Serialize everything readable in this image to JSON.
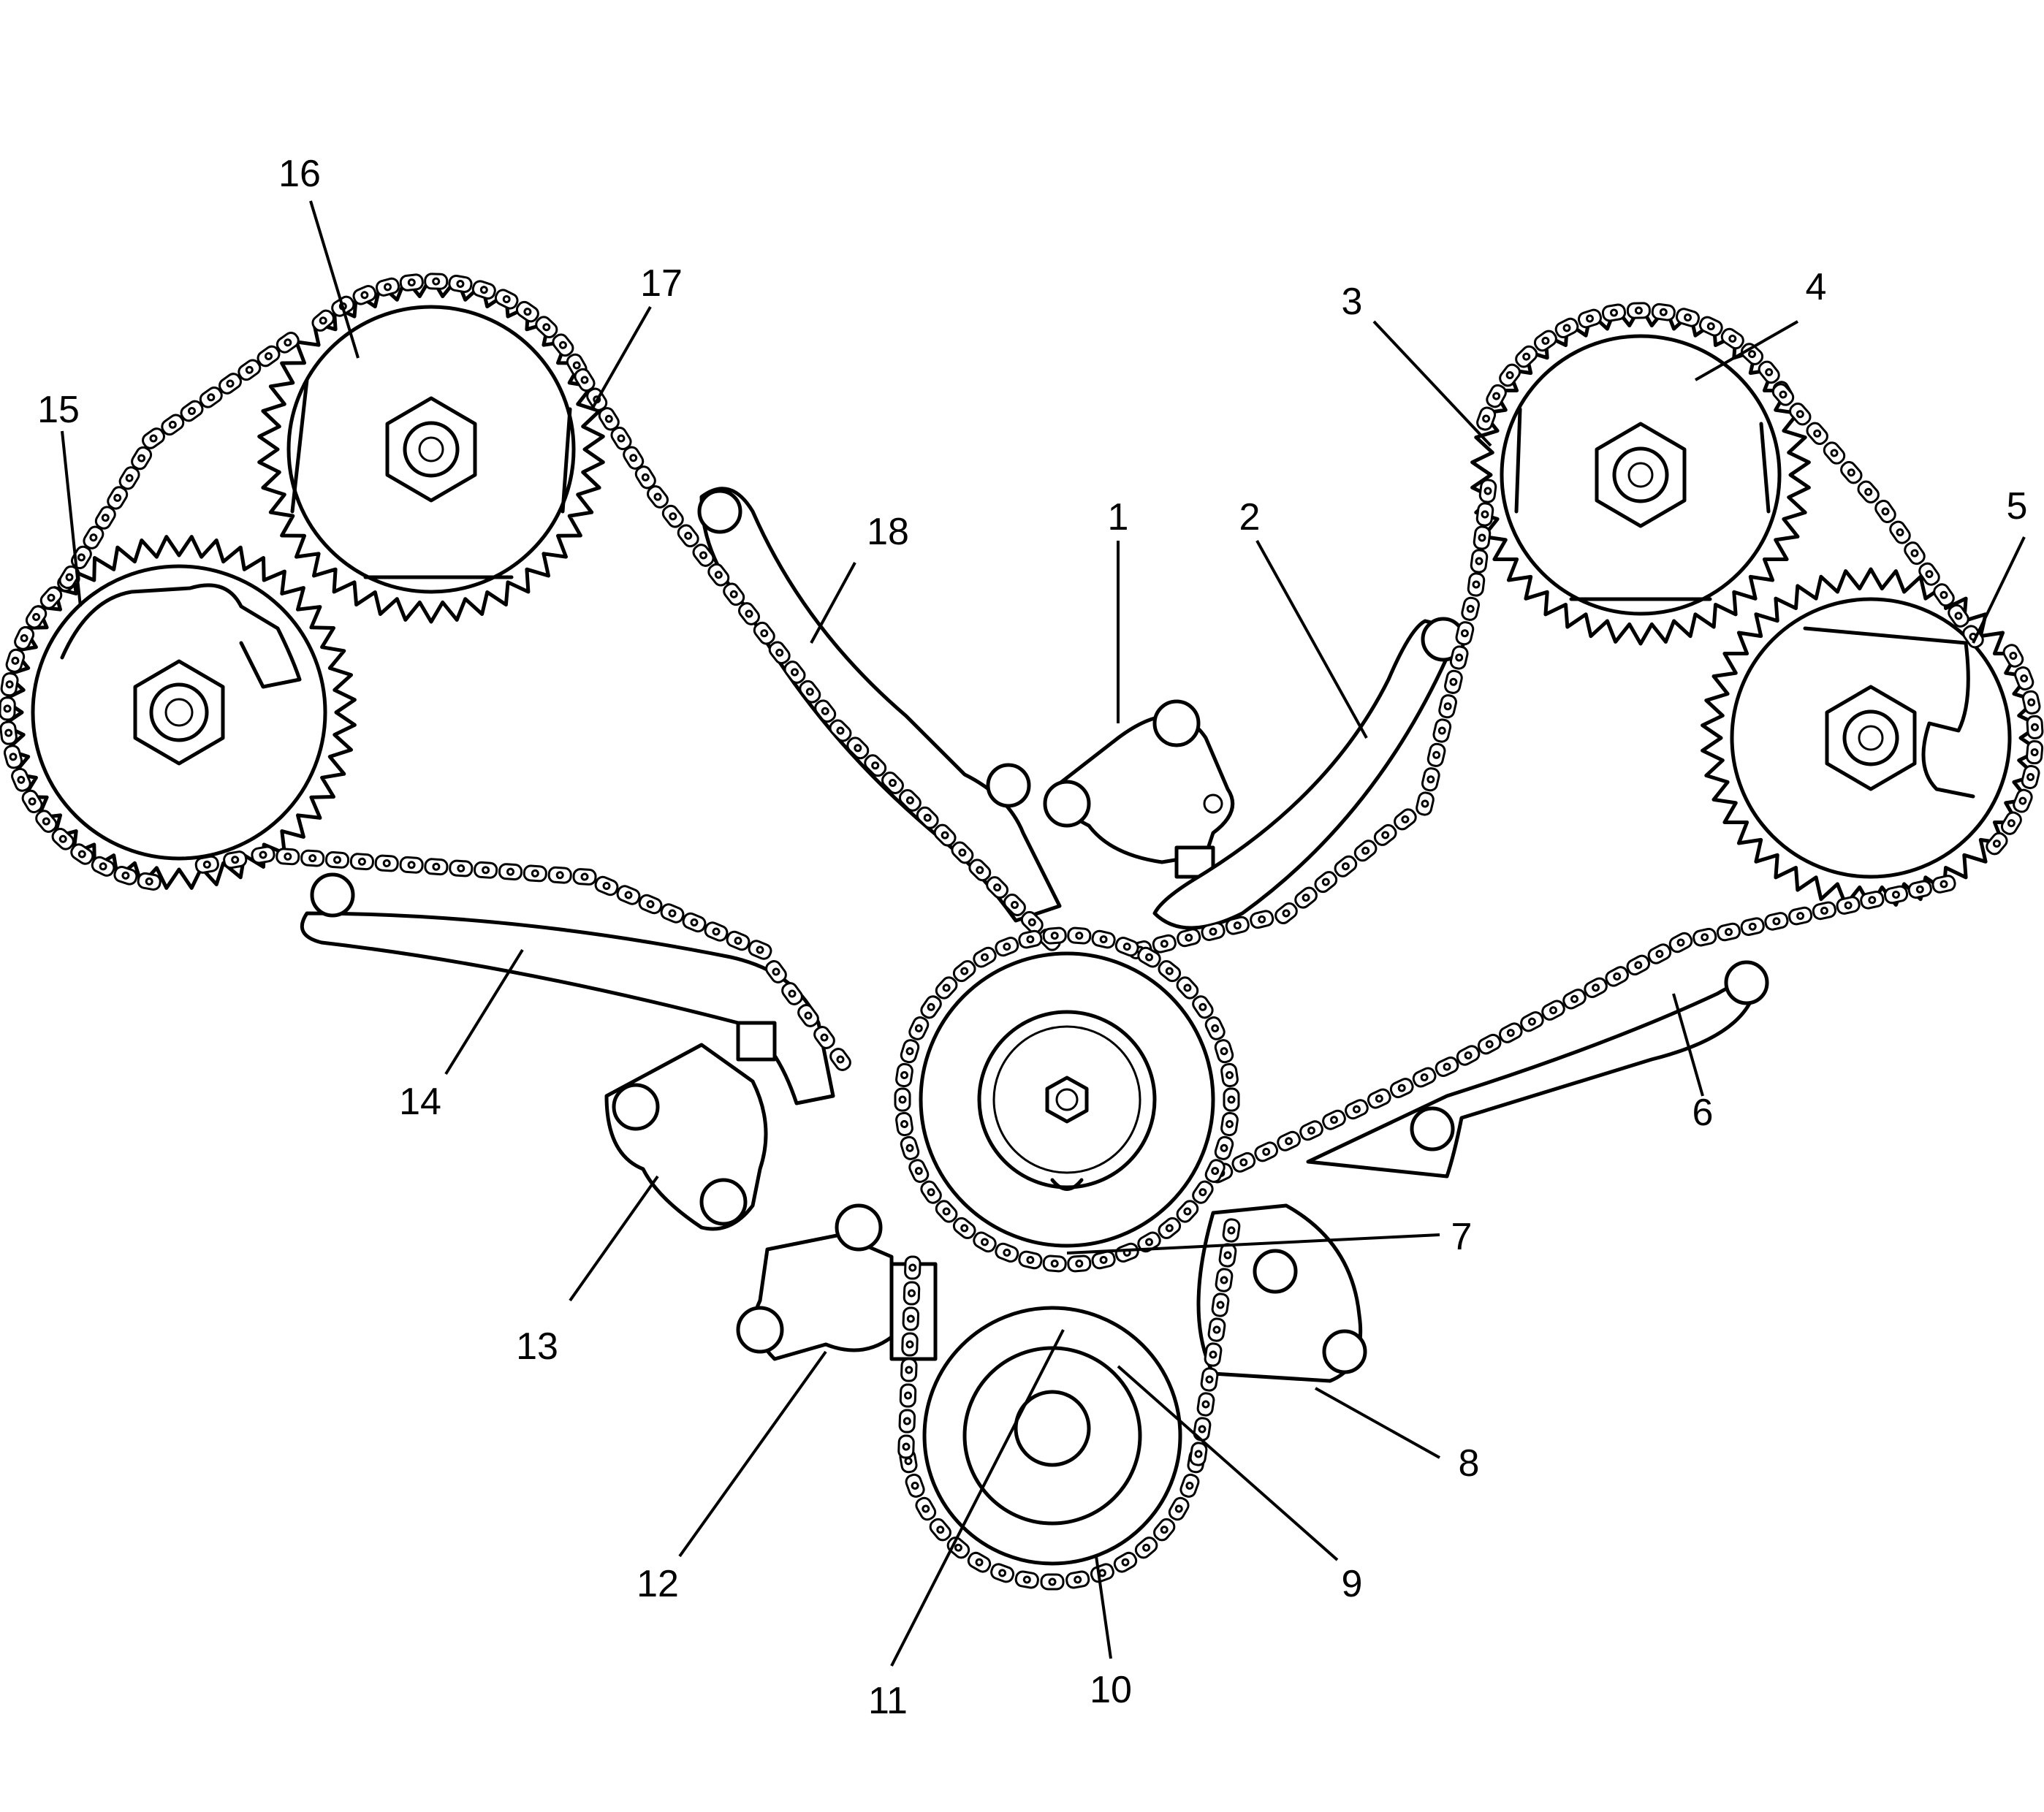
{
  "diagram": {
    "callouts": [
      {
        "id": "1",
        "label": "1"
      },
      {
        "id": "2",
        "label": "2"
      },
      {
        "id": "3",
        "label": "3"
      },
      {
        "id": "4",
        "label": "4"
      },
      {
        "id": "5",
        "label": "5"
      },
      {
        "id": "6",
        "label": "6"
      },
      {
        "id": "7",
        "label": "7"
      },
      {
        "id": "8",
        "label": "8"
      },
      {
        "id": "9",
        "label": "9"
      },
      {
        "id": "10",
        "label": "10"
      },
      {
        "id": "11",
        "label": "11"
      },
      {
        "id": "12",
        "label": "12"
      },
      {
        "id": "13",
        "label": "13"
      },
      {
        "id": "14",
        "label": "14"
      },
      {
        "id": "15",
        "label": "15"
      },
      {
        "id": "16",
        "label": "16"
      },
      {
        "id": "17",
        "label": "17"
      },
      {
        "id": "18",
        "label": "18"
      }
    ]
  }
}
